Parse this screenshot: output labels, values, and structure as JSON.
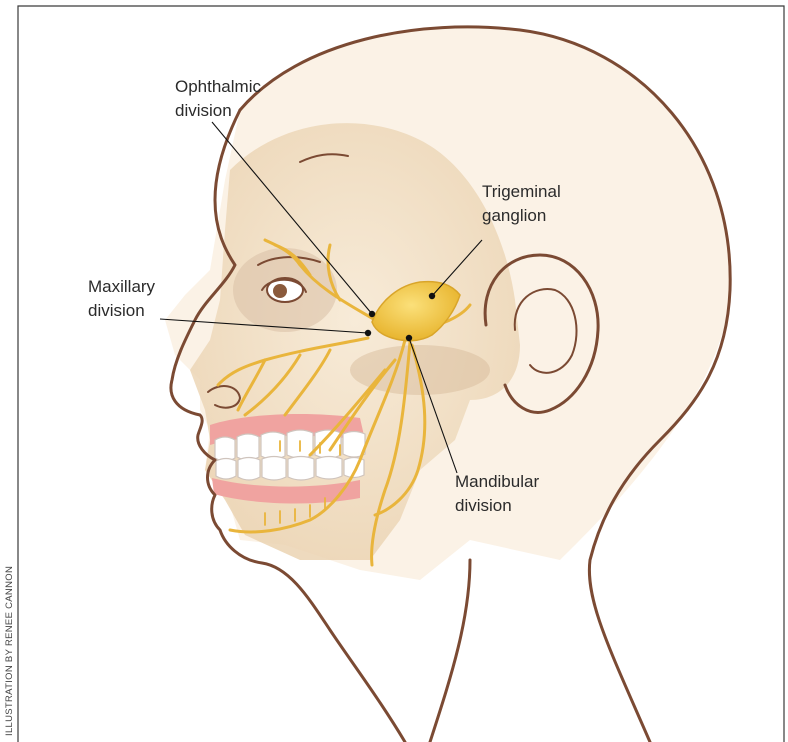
{
  "labels": {
    "ophthalmic": [
      "Ophthalmic",
      "division"
    ],
    "trigeminal": [
      "Trigeminal",
      "ganglion"
    ],
    "maxillary": [
      "Maxillary",
      "division"
    ],
    "mandibular": [
      "Mandibular",
      "division"
    ]
  },
  "credit": "ILLUSTRATION BY RENEE CANNON",
  "colors": {
    "outline": "#7b4a33",
    "skin": "#f6e6cf",
    "skull": "#f2e0c4",
    "nerve": "#e9b53c",
    "ganglion": "#f3c94a",
    "gum": "#ef9c9a",
    "teeth": "#ffffff",
    "leader": "#111111"
  }
}
